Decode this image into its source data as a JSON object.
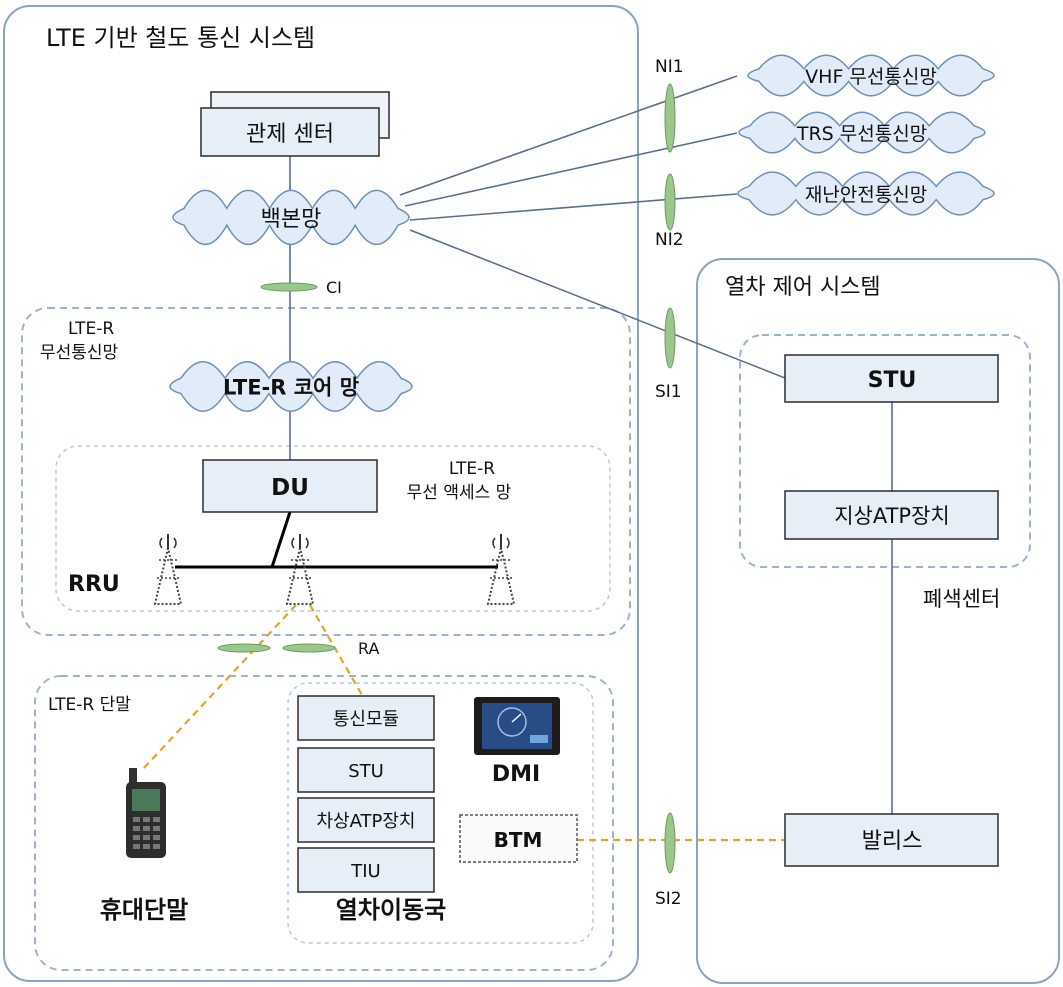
{
  "lte_system": {
    "title": "LTE 기반 철도 통신 시스템",
    "control_center": "관제 센터",
    "backbone": "백본망",
    "lte_r_network": {
      "label_line1": "LTE-R",
      "label_line2": "무선통신망"
    },
    "core_network": "LTE-R 코어 망",
    "access_network": {
      "label_line1": "LTE-R",
      "label_line2": "무선 액세스 망"
    },
    "du": "DU",
    "rru": "RRU",
    "terminal": {
      "title": "LTE-R 단말",
      "handheld": "휴대단말",
      "train_station": "열차이동국",
      "modules": [
        "통신모듈",
        "STU",
        "차상ATP장치",
        "TIU"
      ],
      "dmi": "DMI",
      "btm": "BTM"
    }
  },
  "external_networks": [
    "VHF 무선통신망",
    "TRS 무선통신망",
    "재난안전통신망"
  ],
  "interfaces": {
    "ni1": "NI1",
    "ni2": "NI2",
    "ci": "CI",
    "si1": "SI1",
    "ra": "RA",
    "si2": "SI2"
  },
  "train_control": {
    "title": "열차 제어 시스템",
    "stu": "STU",
    "ground_atp": "지상ATP장치",
    "interlocking_center": "폐색센터",
    "balise": "발리스"
  },
  "colors": {
    "panel_border": "#8aa3bf",
    "dashed_border": "#9ab4d2",
    "box_fill": "#e6eef8",
    "box_border": "#2b2b2b",
    "cloud_fill": "#e1ecf8",
    "cloud_border": "#6f8fb5",
    "link_line": "#5a6e92",
    "interface_ellipse": "#9bc78c",
    "wireless_dash": "#e3a524"
  }
}
